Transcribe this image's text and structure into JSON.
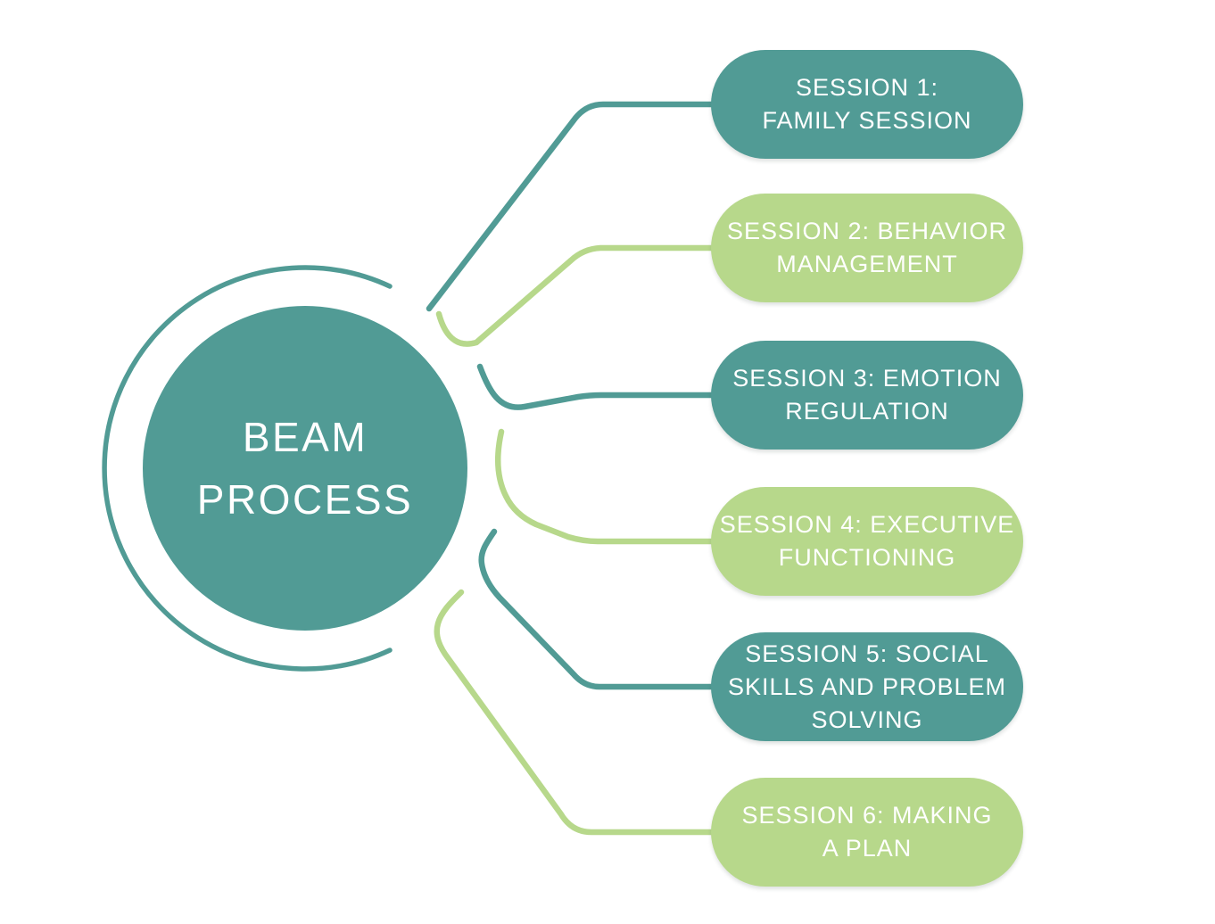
{
  "colors": {
    "teal": "#519B95",
    "green": "#B7D88B",
    "node_text": "#FFFFFF",
    "background": "#FFFFFF"
  },
  "center": {
    "label": "BEAM PROCESS",
    "lines": [
      "BEAM",
      "PROCESS"
    ]
  },
  "sessions": [
    {
      "id": 1,
      "color": "teal",
      "label": "SESSION 1: FAMILY SESSION",
      "lines": [
        "SESSION 1:",
        "FAMILY SESSION"
      ]
    },
    {
      "id": 2,
      "color": "green",
      "label": "SESSION 2: BEHAVIOR MANAGEMENT",
      "lines": [
        "SESSION 2: BEHAVIOR",
        "MANAGEMENT"
      ]
    },
    {
      "id": 3,
      "color": "teal",
      "label": "SESSION 3: EMOTION REGULATION",
      "lines": [
        "SESSION 3: EMOTION",
        "REGULATION"
      ]
    },
    {
      "id": 4,
      "color": "green",
      "label": "SESSION 4: EXECUTIVE FUNCTIONING",
      "lines": [
        "SESSION 4: EXECUTIVE",
        "FUNCTIONING"
      ]
    },
    {
      "id": 5,
      "color": "teal",
      "label": "SESSION 5: SOCIAL SKILLS AND PROBLEM SOLVING",
      "lines": [
        "SESSION 5: SOCIAL",
        "SKILLS AND PROBLEM",
        "SOLVING"
      ]
    },
    {
      "id": 6,
      "color": "green",
      "label": "SESSION 6: MAKING A PLAN",
      "lines": [
        "SESSION 6: MAKING",
        "A PLAN"
      ]
    }
  ]
}
